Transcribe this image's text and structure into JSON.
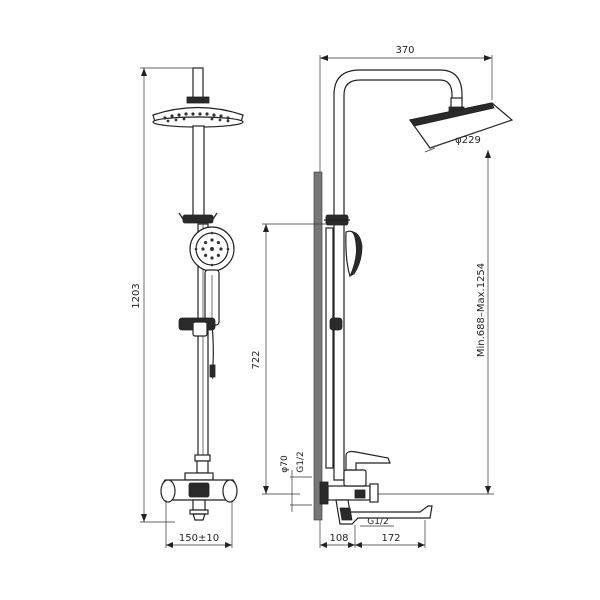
{
  "dimensions": {
    "overall_height": "1203",
    "side_spacing": "150±10",
    "arm_reach": "370",
    "head_diameter": "φ229",
    "adjustable_height": "Min.688–Max.1254",
    "valve_height": "722",
    "inlet_diameter": "φ70",
    "inlet_thread": "G1/2",
    "outlet_thread": "G1/2",
    "wall_to_outlet": "108",
    "spout_length": "172"
  }
}
